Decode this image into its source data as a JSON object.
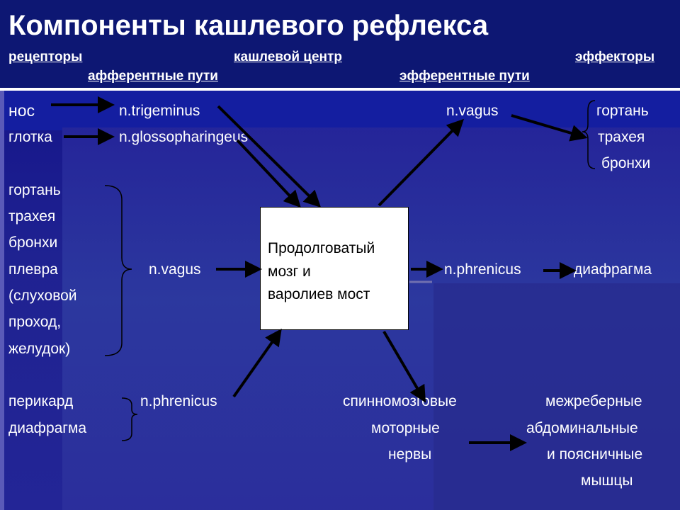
{
  "title": "Компоненты  кашлевого  рефлекса",
  "headers": {
    "receptors": "рецепторы",
    "center": "кашлевой центр",
    "effectors": "эффекторы",
    "afferent": "афферентные пути ",
    "efferent": "эфферентные пути "
  },
  "left": {
    "nos": "нос",
    "glotka": "глотка",
    "gortan": "гортань",
    "traheya": "трахея",
    "bronhi": "бронхи",
    "plevra": "плевра",
    "sluh": "(слуховой",
    "prohod": "проход,",
    "zheludok": "желудок)",
    "perikard": "перикард",
    "diafragma": "диафрагма"
  },
  "nerves": {
    "trigeminus": "n.trigeminus",
    "glosso": "n.glossopharingeus",
    "vagus_aff": "n.vagus",
    "phrenicus_aff": "n.phrenicus",
    "vagus_eff": "n.vagus",
    "phrenicus_eff": "n.phrenicus"
  },
  "center_box": {
    "line1": "Продолговатый",
    "line2": " мозг и",
    "line3": "варолиев мост"
  },
  "right": {
    "gortan": "гортань",
    "traheya": "трахея",
    "bronhi": "бронхи",
    "diafragma": "диафрагма",
    "spinal1": "спинномозговые",
    "spinal2": "моторные",
    "spinal3": "нервы",
    "musc1": "межреберные",
    "musc2": "абдоминальные",
    "musc3": "и поясничные",
    "musc4": "мышцы"
  },
  "colors": {
    "background": "#1a1a7a",
    "header": "#0d1773",
    "box": "#ffffff",
    "arrow": "#000000"
  }
}
